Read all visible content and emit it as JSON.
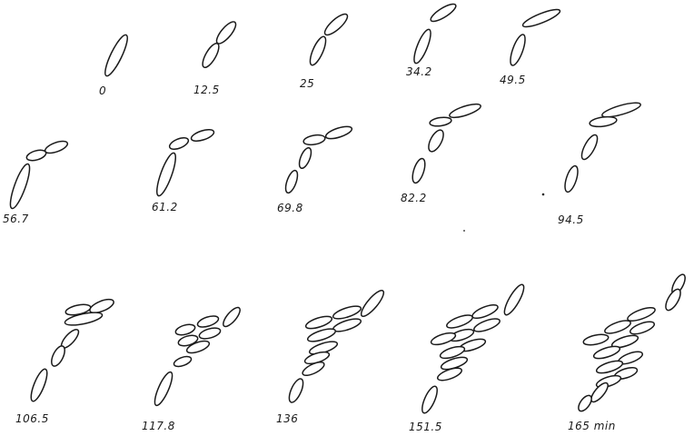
{
  "figure": {
    "panels": [
      {
        "time_label": "0"
      },
      {
        "time_label": "12.5"
      },
      {
        "time_label": "25"
      },
      {
        "time_label": "34.2"
      },
      {
        "time_label": "49.5"
      },
      {
        "time_label": "56.7"
      },
      {
        "time_label": "61.2"
      },
      {
        "time_label": "69.8"
      },
      {
        "time_label": "82.2"
      },
      {
        "time_label": "94.5"
      },
      {
        "time_label": "106.5"
      },
      {
        "time_label": "117.8"
      },
      {
        "time_label": "136"
      },
      {
        "time_label": "151.5"
      },
      {
        "time_label": "165 min"
      }
    ]
  }
}
